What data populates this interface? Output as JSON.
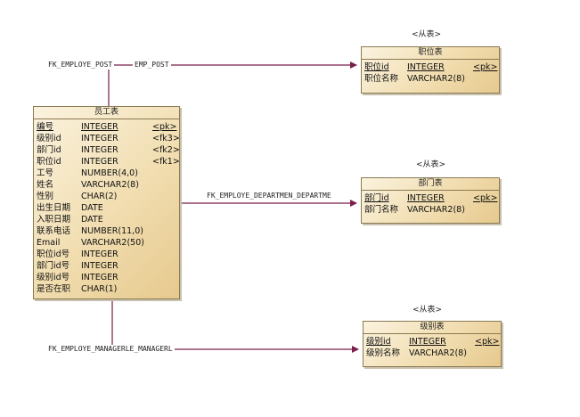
{
  "relationships": {
    "post": {
      "label_left": "FK_EMPLOYE_POST",
      "label_right": "EMP_POST"
    },
    "dept": {
      "label": "FK_EMPLOYE_DEPARTMEN_DEPARTME"
    },
    "mgr": {
      "label": "FK_EMPLOYE_MANAGERLE_MANAGERL"
    }
  },
  "stereotype": "<从表>",
  "entities": {
    "employee": {
      "title": "员工表",
      "rows": [
        {
          "name": "编号",
          "type": "INTEGER",
          "key": "<pk>"
        },
        {
          "name": "级别id",
          "type": "INTEGER",
          "key": "<fk3>"
        },
        {
          "name": "部门id",
          "type": "INTEGER",
          "key": "<fk2>"
        },
        {
          "name": "职位id",
          "type": "INTEGER",
          "key": "<fk1>"
        },
        {
          "name": "工号",
          "type": "NUMBER(4,0)",
          "key": ""
        },
        {
          "name": "姓名",
          "type": "VARCHAR2(8)",
          "key": ""
        },
        {
          "name": "性别",
          "type": "CHAR(2)",
          "key": ""
        },
        {
          "name": "出生日期",
          "type": "DATE",
          "key": ""
        },
        {
          "name": "入职日期",
          "type": "DATE",
          "key": ""
        },
        {
          "name": "联系电话",
          "type": "NUMBER(11,0)",
          "key": ""
        },
        {
          "name": "Email",
          "type": "VARCHAR2(50)",
          "key": ""
        },
        {
          "name": "职位id号",
          "type": "INTEGER",
          "key": ""
        },
        {
          "name": "部门id号",
          "type": "INTEGER",
          "key": ""
        },
        {
          "name": "级别id号",
          "type": "INTEGER",
          "key": ""
        },
        {
          "name": "是否在职",
          "type": "CHAR(1)",
          "key": ""
        }
      ]
    },
    "post": {
      "title": "职位表",
      "rows": [
        {
          "name": "职位id",
          "type": "INTEGER",
          "key": "<pk>"
        },
        {
          "name": "职位名称",
          "type": "VARCHAR2(8)",
          "key": ""
        }
      ]
    },
    "dept": {
      "title": "部门表",
      "rows": [
        {
          "name": "部门id",
          "type": "INTEGER",
          "key": "<pk>"
        },
        {
          "name": "部门名称",
          "type": "VARCHAR2(8)",
          "key": ""
        }
      ]
    },
    "level": {
      "title": "级别表",
      "rows": [
        {
          "name": "级别id",
          "type": "INTEGER",
          "key": "<pk>"
        },
        {
          "name": "级别名称",
          "type": "VARCHAR2(8)",
          "key": ""
        }
      ]
    }
  },
  "colors": {
    "line": "#7a1f4a",
    "border": "#8a7a52",
    "fill": "#f1ddb0"
  }
}
